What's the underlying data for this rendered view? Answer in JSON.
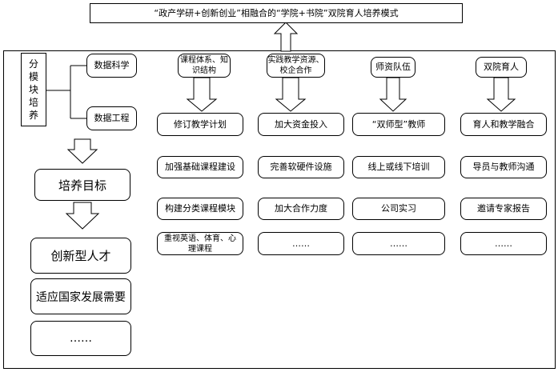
{
  "title": "“政产学研+创新创业”相融合的“学院+书院”双院育人培养模式",
  "left": {
    "module_label": "分模块培养",
    "branches": [
      "数据科学",
      "数据工程"
    ],
    "goal": "培养目标",
    "outcomes": [
      "创新型人才",
      "适应国家发展需要",
      "……"
    ]
  },
  "columns": [
    {
      "header": "课程体系、知识结构",
      "items": [
        "修订教学计划",
        "加强基础课程建设",
        "构建分类课程模块",
        "重视英语、体育、心理课程"
      ]
    },
    {
      "header": "实践教学资源、校企合作",
      "items": [
        "加大资金投入",
        "完善软硬件设施",
        "加大合作力度",
        "……"
      ]
    },
    {
      "header": "师资队伍",
      "items": [
        "“双师型”教师",
        "线上或线下培训",
        "公司实习",
        "……"
      ]
    },
    {
      "header": "双院育人",
      "items": [
        "育人和教学融合",
        "导员与教师沟通",
        "邀请专家报告",
        "……"
      ]
    }
  ]
}
